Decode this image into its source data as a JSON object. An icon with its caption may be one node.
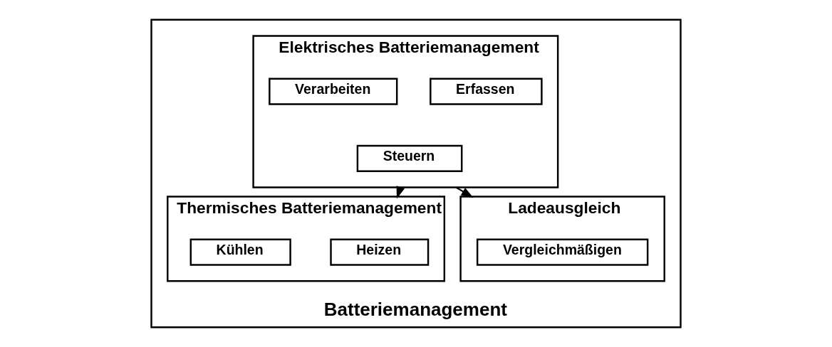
{
  "diagram": {
    "nodes": [
      {
        "text": [
          "Batteriemanagement"
        ]
      },
      {
        "text": [
          "Elektrisches Batteriemanagement"
        ],
        "in": 0
      },
      {
        "text": [
          "Erfassen"
        ],
        "in": 1
      },
      {
        "text": [
          "Verarbeiten"
        ],
        "in": 1
      },
      {
        "text": [
          "Steuern"
        ],
        "in": 1
      },
      {
        "text": [
          "Thermisches Batteriemanagement"
        ],
        "in": 0
      },
      {
        "text": [
          "Heizen"
        ],
        "in": 5
      },
      {
        "text": [
          "Kühlen"
        ],
        "in": 5
      },
      {
        "text": [
          "Ladeausgleich"
        ],
        "in": 0
      },
      {
        "text": [
          "Vergleichmäßigen"
        ],
        "in": 8
      }
    ],
    "edges": [
      {
        "from": 1,
        "to": 5,
        "arrow": "to"
      },
      {
        "from": 1,
        "to": 8,
        "arrow": "to"
      }
    ]
  }
}
